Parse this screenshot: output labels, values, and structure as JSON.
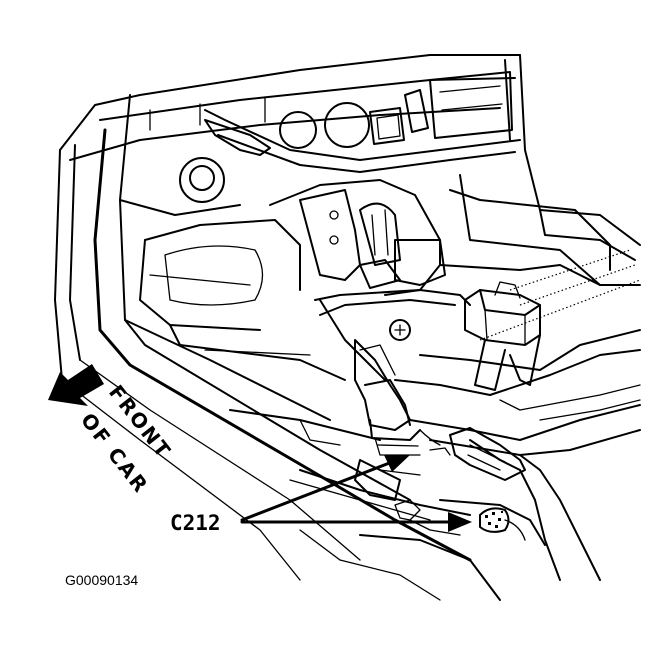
{
  "figure": {
    "orientation_label_line1": "FRONT",
    "orientation_label_line2": "OF CAR",
    "callout_label": "C212",
    "figure_id": "G00090134"
  },
  "colors": {
    "ink": "#000000",
    "paper": "#ffffff"
  },
  "icons": {
    "orientation_arrow": "front-arrow-icon",
    "callout_arrows": "pointer-arrow-icon",
    "connector": "connector-icon"
  }
}
